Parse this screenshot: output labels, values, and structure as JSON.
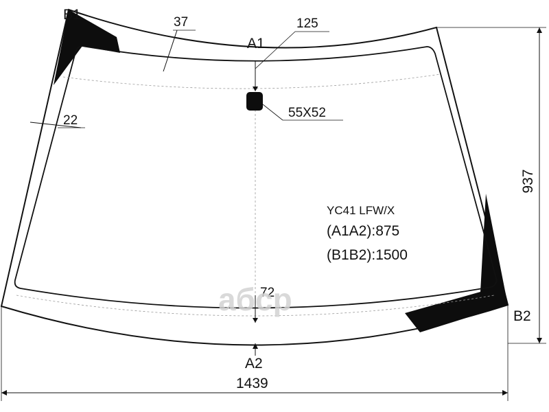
{
  "labels": {
    "b1": "B1",
    "b2": "B2",
    "a1": "A1",
    "a2": "A2"
  },
  "dimensions": {
    "top_band": "37",
    "sensor_offset": "125",
    "side_band": "22",
    "bottom_band": "72",
    "height": "937",
    "width": "1439",
    "sensor_size": "55X52"
  },
  "spec": {
    "code": "YC41 LFW/X",
    "a1a2": "(A1A2):875",
    "b1b2": "(B1B2):1500"
  },
  "watermark": "aбcp",
  "colors": {
    "outline": "#111111",
    "shade": "#0d0d0d",
    "dash": "#9a9a9a",
    "watermark": "#d3d3d3"
  }
}
